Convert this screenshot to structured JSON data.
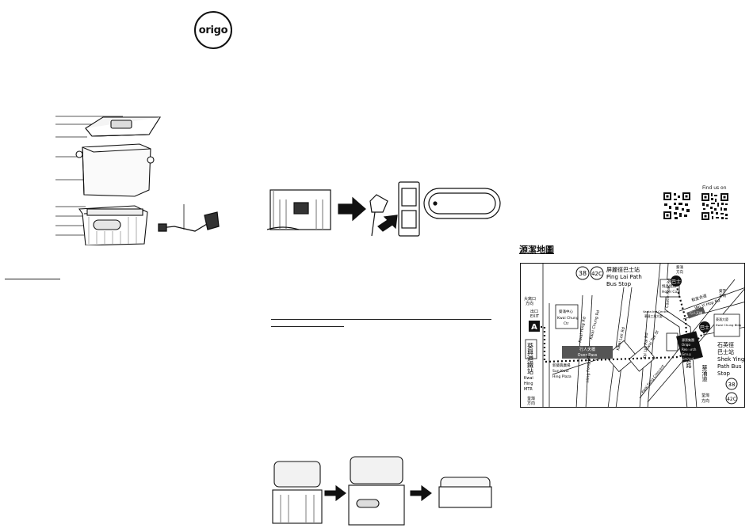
{
  "brand": {
    "logo_text": "origo"
  },
  "qr": {
    "find_us_label": "Find us on"
  },
  "map": {
    "title": "源潔地圖",
    "bus_routes": [
      "38",
      "42C"
    ],
    "ping_lai_stop_zh": "屏麗徑巴士站",
    "ping_lai_stop_en_1": "Ping Lai Path",
    "ping_lai_stop_en_2": "Bus Stop",
    "shek_ying_stop_zh": "石英徑",
    "shek_ying_stop_zh_2": "巴士站",
    "shek_ying_stop_en_1": "Shek Ying",
    "shek_ying_stop_en_2": "Path Bus",
    "shek_ying_stop_en_3": "Stop",
    "exit_zh": "出口",
    "exit_en": "EXIT",
    "exit_letter": "A",
    "direction_top_left": "大窩口",
    "direction_top_left_2": "方向",
    "direction_bottom_left": "荃灣",
    "direction_bottom_left_2": "方向",
    "mtr_zh": "葵興港鐵站",
    "mtr_en_1": "Kwai",
    "mtr_en_2": "Hing",
    "mtr_en_3": "MTR",
    "kwai_chung_ctr_zh": "葵涌中心",
    "kwai_chung_ctr_en_1": "Kwai Chung",
    "kwai_chung_ctr_en_2": "Ctr",
    "sun_kwai_hing_zh": "新葵興廣場",
    "sun_kwai_hing_en_1": "Sun Kwai",
    "sun_kwai_hing_en_2": "Hing Plaza",
    "footbridge_zh": "行人天橋",
    "footbridge_en": "Over Pass",
    "hing_fong_rd": "Hing Fong Rd",
    "kwai_hing_rd": "Kwai Hing Rd",
    "kwai_chung_rd": "Kwai Chung Rd",
    "kwai_lok_rd": "Kwai Lok Rd",
    "kwai_fung_crescent": "Kwai Fung Crescent",
    "tai_lin_pai_rd": "Tai Lin Pai Rd",
    "castle_peak_rd": "Castle Peak Rd",
    "wo_yi_hop_rd": "Wo Yi Hop Rd",
    "wo_yi_hop_rd_zh": "和宜合道",
    "kwai_tak_st": "Kwai Tak St",
    "hotel_zh": "悅品酒店",
    "hotel_en": "Hotel Cozi",
    "metro_centre_zh": "Vanta Ind Centre",
    "metro_centre_zh_2": "華達工業大廈",
    "kwai_chung_gov_zh": "葵涌大廈",
    "kwai_chung_gov_en": "Kwai Chung Bldg",
    "origo_group_zh": "源潔集團",
    "origo_group_en_1": "Origo",
    "origo_group_en_2": "Research",
    "origo_group_en_3": "Group",
    "origo_group_en_4": "Limited",
    "castle_peak_zh": "青山公路",
    "kwai_chung_rd_zh": "葵涌道",
    "direction_tsuen_wan": "荃灣",
    "direction_tsuen_wan_2": "方向",
    "direction_kwai_chung": "葵涌",
    "direction_kwai_chung_2": "方向",
    "direction_kwai_fong": "葵芳",
    "direction_kwai_fong_2": "方向",
    "bus_sign": "巴士",
    "overpass_small": "行人天橋"
  }
}
